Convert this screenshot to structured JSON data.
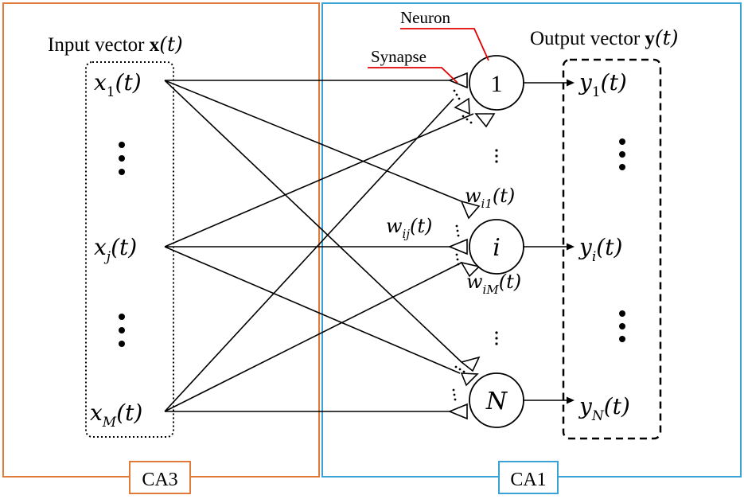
{
  "colors": {
    "ca3_border": "#e07b39",
    "ca1_border": "#3aa3d6",
    "annotation_red": "#e00000",
    "ink": "#000000"
  },
  "regions": {
    "ca3_label": "CA3",
    "ca1_label": "CA1"
  },
  "input": {
    "title_text": "Input vector ",
    "title_symbol": "x",
    "title_arg": "(t)",
    "items": [
      {
        "var": "x",
        "sub": "1",
        "arg": "(t)"
      },
      {
        "var": "x",
        "sub": "j",
        "arg": "(t)"
      },
      {
        "var": "x",
        "sub": "M",
        "arg": "(t)"
      }
    ]
  },
  "output": {
    "title_text": "Output vector ",
    "title_symbol": "y",
    "title_arg": "(t)",
    "items": [
      {
        "var": "y",
        "sub": "1",
        "arg": "(t)"
      },
      {
        "var": "y",
        "sub": "i",
        "arg": "(t)"
      },
      {
        "var": "y",
        "sub": "N",
        "arg": "(t)"
      }
    ]
  },
  "neurons": [
    "1",
    "i",
    "N"
  ],
  "annotations": {
    "neuron": "Neuron",
    "synapse": "Synapse"
  },
  "weights": [
    {
      "var": "w",
      "sub": "i1",
      "arg": "(t)"
    },
    {
      "var": "w",
      "sub": "ij",
      "arg": "(t)"
    },
    {
      "var": "w",
      "sub": "iM",
      "arg": "(t)"
    }
  ]
}
